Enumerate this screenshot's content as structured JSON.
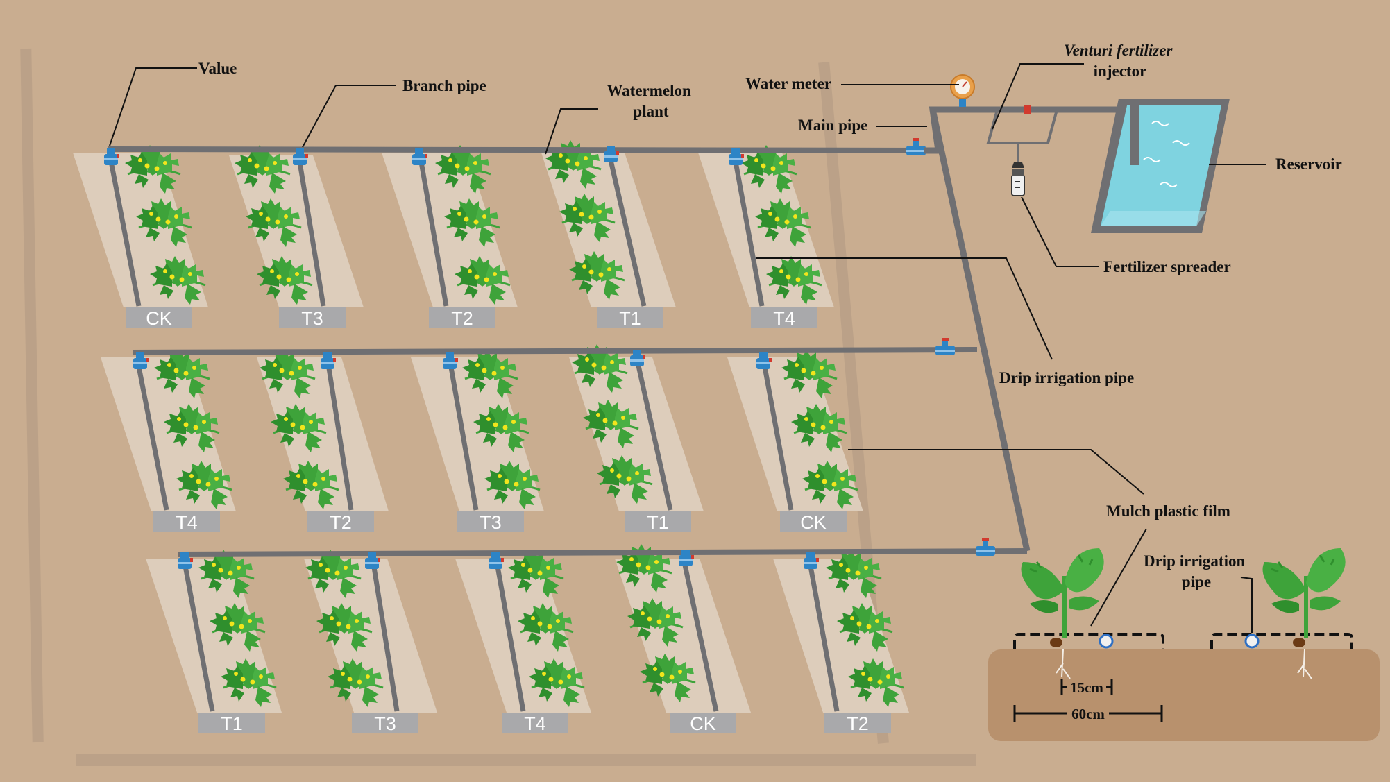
{
  "colors": {
    "background": "#c9ad90",
    "plot_strip": "#ddcdbb",
    "pipe": "#6f6f72",
    "tag_bg": "#a9a9ab",
    "leaf": "#3ea33a",
    "flower": "#f2e51c",
    "valve": "#2d84c6",
    "water": "#7fd3e0",
    "soil": "#b8916d"
  },
  "labels": {
    "value": "Value",
    "branch_pipe": "Branch pipe",
    "watermelon_plant": [
      "Watermelon",
      "plant"
    ],
    "water_meter": "Water meter",
    "main_pipe": "Main pipe",
    "venturi": [
      "Venturi fertilizer",
      "injector"
    ],
    "reservoir": "Reservoir",
    "fertilizer_spreader": "Fertilizer spreader",
    "drip_irrigation_pipe": "Drip  irrigation pipe",
    "mulch_plastic_film": "Mulch plastic film",
    "drip_irrigation_pipe_cross": [
      "Drip  irrigation",
      "pipe"
    ],
    "dim_15": "15cm",
    "dim_60": "60cm"
  },
  "rows": [
    {
      "treatments": [
        "CK",
        "T3",
        "T2",
        "T1",
        "T4"
      ]
    },
    {
      "treatments": [
        "T4",
        "T2",
        "T3",
        "T1",
        "CK"
      ]
    },
    {
      "treatments": [
        "T1",
        "T3",
        "T4",
        "CK",
        "T2"
      ]
    }
  ]
}
